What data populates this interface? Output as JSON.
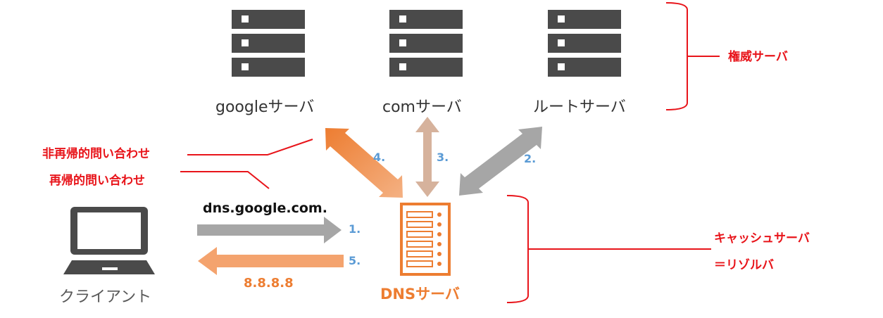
{
  "servers": {
    "google": {
      "label": "googleサーバ"
    },
    "com": {
      "label": "comサーバ"
    },
    "root": {
      "label": "ルートサーバ"
    }
  },
  "client": {
    "label": "クライアント"
  },
  "dns_server": {
    "label": "DNSサーバ"
  },
  "annotations": {
    "authoritative": "権威サーバ",
    "non_recursive": "非再帰的問い合わせ",
    "recursive": "再帰的問い合わせ",
    "cache_line1": "キャッシュサーバ",
    "cache_line2": "＝リゾルバ"
  },
  "query": {
    "domain": "dns.google.com.",
    "answer": "8.8.8.8"
  },
  "steps": {
    "s1": "1.",
    "s2": "2.",
    "s3": "3.",
    "s4": "4.",
    "s5": "5."
  },
  "colors": {
    "server_gray": "#4a4a4a",
    "arrow_gray": "#a6a6a6",
    "orange": "#ed7d31",
    "tan": "#d6b29c",
    "red": "#e8141a",
    "step_blue": "#5b9bd5"
  }
}
